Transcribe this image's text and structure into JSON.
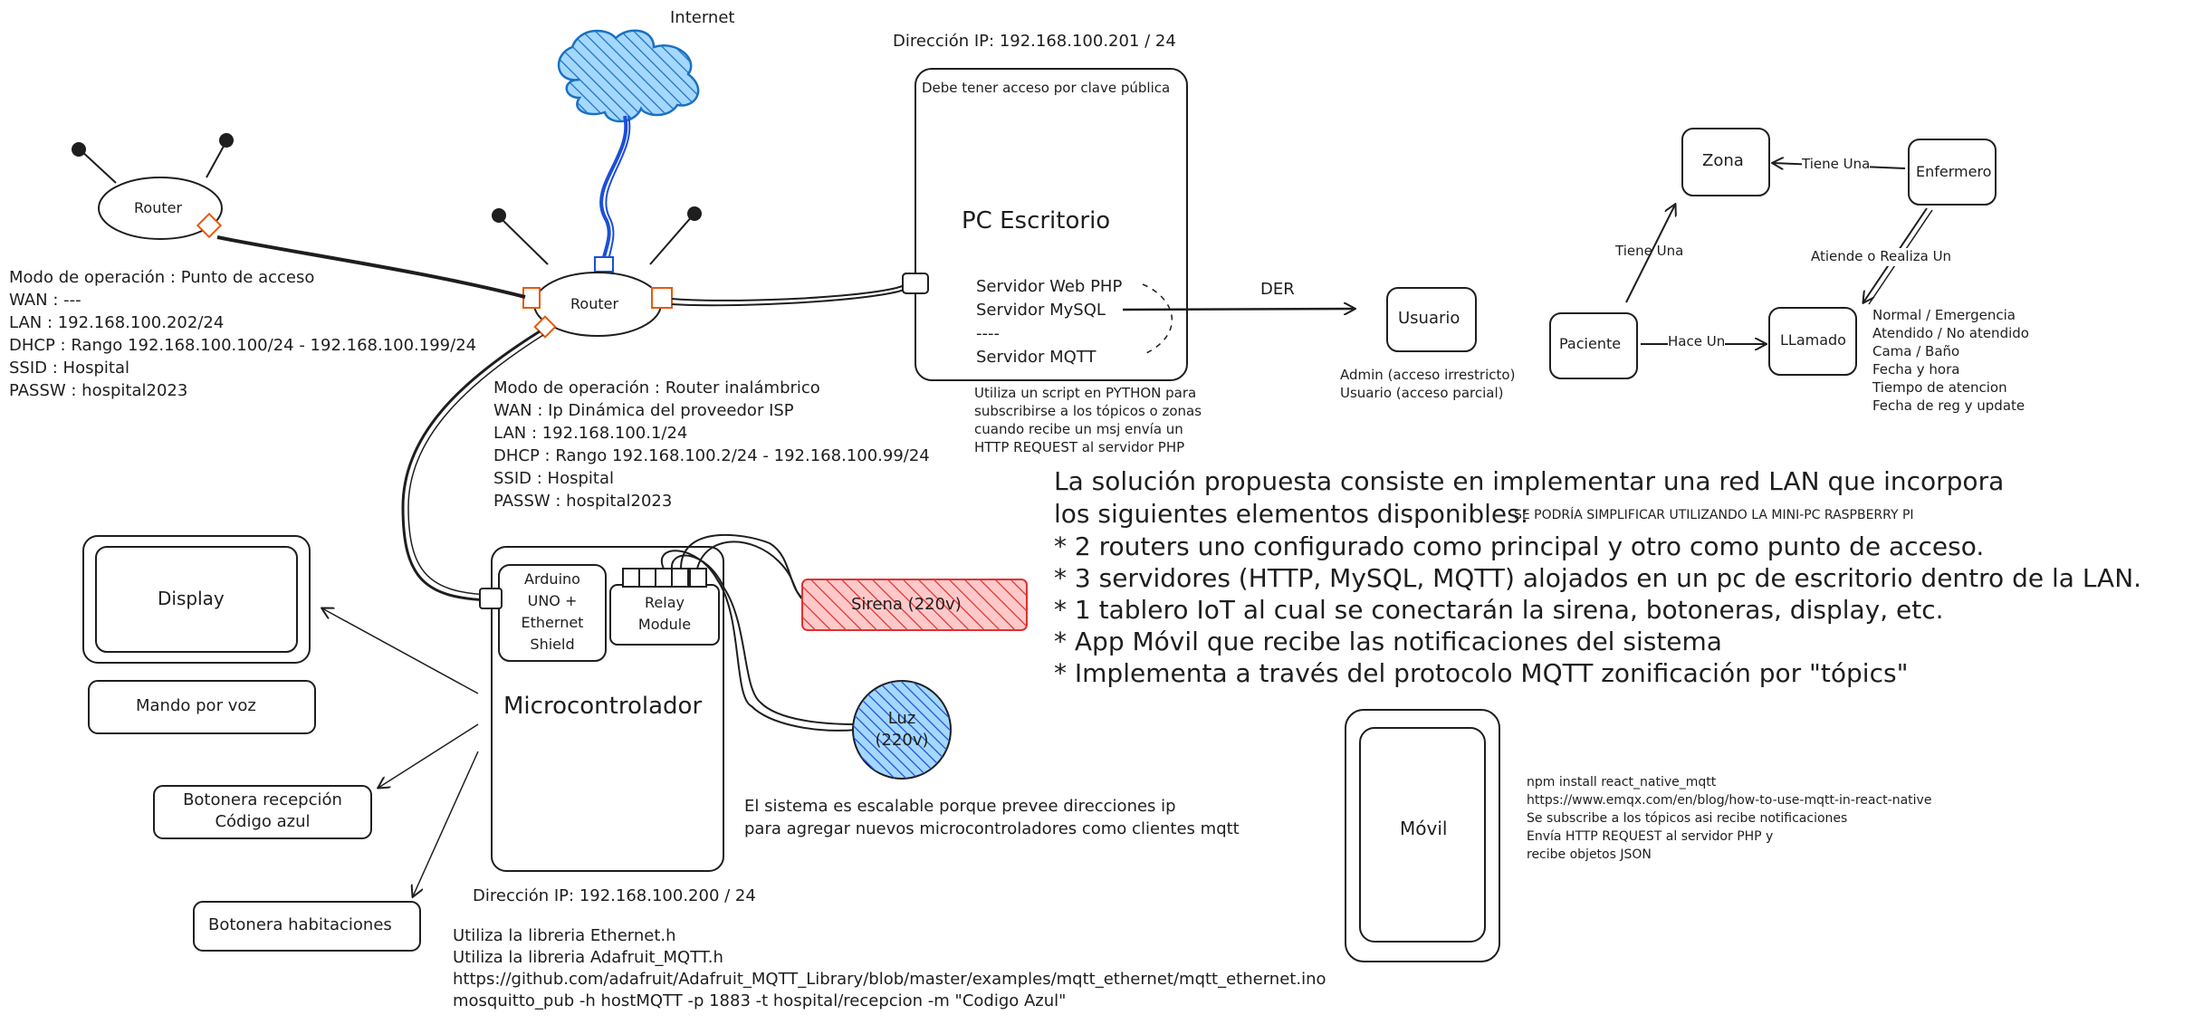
{
  "internet": {
    "label": "Internet"
  },
  "router_ap": {
    "label": "Router",
    "config": [
      "Modo de operación : Punto de acceso",
      "WAN : ---",
      "LAN : 192.168.100.202/24",
      "DHCP : Rango 192.168.100.100/24 - 192.168.100.199/24",
      "SSID : Hospital",
      "PASSW : hospital2023"
    ]
  },
  "router_main": {
    "label": "Router",
    "config": [
      "Modo de operación : Router inalámbrico",
      "WAN : Ip Dinámica del proveedor ISP",
      "LAN : 192.168.100.1/24",
      "DHCP : Rango 192.168.100.2/24 - 192.168.100.99/24",
      "SSID : Hospital",
      "PASSW : hospital2023"
    ]
  },
  "pc": {
    "ip": "Dirección IP: 192.168.100.201 / 24",
    "note": "Debe tener acceso por clave pública",
    "title": "PC Escritorio",
    "services": [
      "Servidor Web PHP",
      "Servidor MySQL",
      "----",
      "Servidor MQTT"
    ],
    "script_note": [
      "Utiliza un script en PYTHON para",
      "subscribirse a los tópicos o zonas",
      "cuando recibe un msj envía un",
      "HTTP REQUEST al servidor PHP"
    ]
  },
  "der": {
    "arrow_label": "DER",
    "usuario": "Usuario",
    "usuario_roles": [
      "Admin (acceso irrestricto)",
      "Usuario (acceso parcial)"
    ],
    "zona": "Zona",
    "enfermero": "Enfermero",
    "paciente": "Paciente",
    "llamado": "LLamado",
    "rel_tiene_una_1": "Tiene Una",
    "rel_tiene_una_2": "Tiene Una",
    "rel_atiende": "Atiende o Realiza Un",
    "rel_hace_un": "Hace Un",
    "llamado_attrs": [
      "Normal / Emergencia",
      "Atendido / No atendido",
      "Cama / Baño",
      "Fecha y hora",
      "Tiempo de atencion",
      "Fecha de reg y update"
    ]
  },
  "proposal": {
    "line1": "La solución propuesta consiste en implementar una red LAN que incorpora",
    "line2": "los siguientes elementos disponibles:",
    "note": "SE PODRÍA SIMPLIFICAR UTILIZANDO LA MINI-PC RASPBERRY PI",
    "bullets": [
      "* 2 routers uno configurado como principal y otro como punto de acceso.",
      "* 3 servidores (HTTP, MySQL, MQTT) alojados en un pc de escritorio dentro de la LAN.",
      "* 1 tablero IoT al cual se conectarán la sirena, botoneras, display, etc.",
      "* App Móvil que recibe las notificaciones del sistema",
      "* Implementa a través del protocolo MQTT zonificación por \"tópics\""
    ]
  },
  "micro": {
    "arduino": [
      "Arduino",
      "UNO +",
      "Ethernet",
      "Shield"
    ],
    "relay": [
      "Relay",
      "Module"
    ],
    "title": "Microcontrolador",
    "ip": "Dirección IP: 192.168.100.200 / 24",
    "libs": [
      "Utiliza la libreria Ethernet.h",
      "Utiliza la libreria Adafruit_MQTT.h",
      "https://github.com/adafruit/Adafruit_MQTT_Library/blob/master/examples/mqtt_ethernet/mqtt_ethernet.ino",
      "mosquitto_pub -h hostMQTT -p 1883 -t hospital/recepcion -m \"Codigo Azul\""
    ]
  },
  "peripherals": {
    "display": "Display",
    "voice": "Mando por voz",
    "botonera_recepcion": [
      "Botonera recepción",
      "Código azul"
    ],
    "botonera_habitaciones": "Botonera habitaciones",
    "sirena": "Sirena (220v)",
    "luz": [
      "Luz",
      "(220v)"
    ]
  },
  "scalable_note": [
    "El sistema es escalable porque prevee direcciones ip",
    "para agregar nuevos microcontroladores como clientes mqtt"
  ],
  "movil": {
    "label": "Móvil",
    "notes": [
      "npm install react_native_mqtt",
      "https://www.emqx.com/en/blog/how-to-use-mqtt-in-react-native",
      "Se subscribe a los tópicos asi recibe notificaciones",
      "Envía HTTP REQUEST al servidor PHP y",
      "recibe objetos JSON"
    ]
  },
  "colors": {
    "stroke": "#1e1e1e",
    "blue": "#1971c2",
    "port": "#e8590c",
    "red": "#e03131",
    "blue_fill": "#a5d8ff",
    "red_fill": "#ffc9c9",
    "blue_hatch": "#1c4fd8"
  }
}
